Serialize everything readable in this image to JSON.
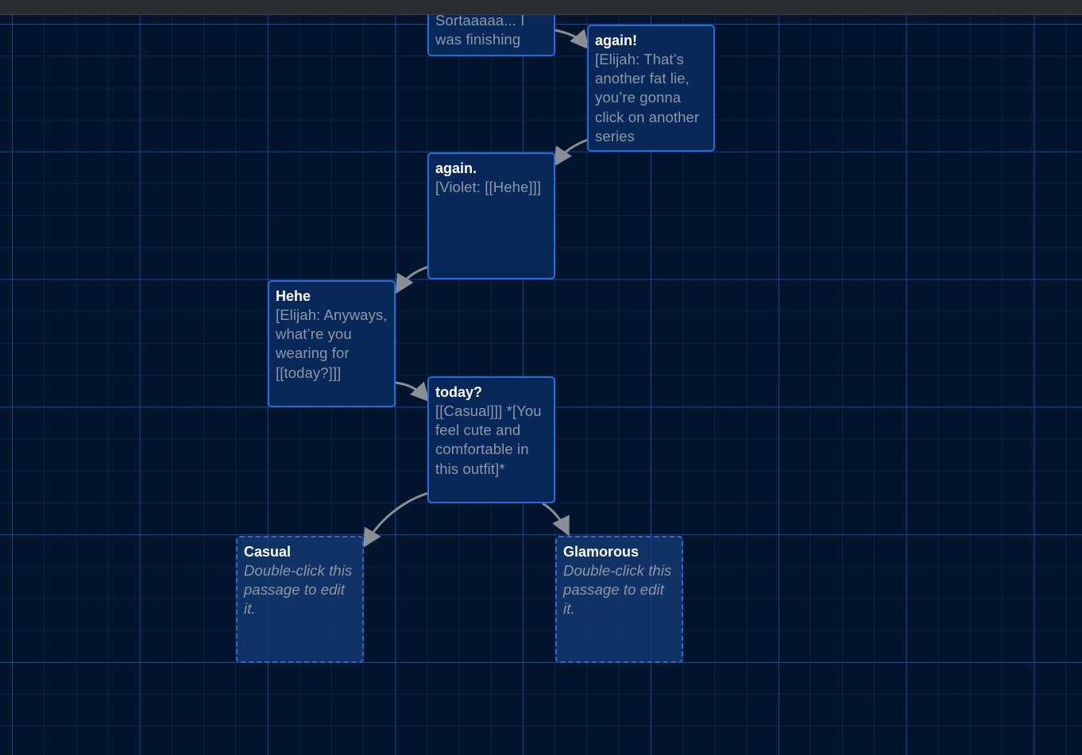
{
  "passages": {
    "sortaaaaa": {
      "title": "",
      "excerpt": "Sortaaaaa... I was finishing"
    },
    "again_exclaim": {
      "title": "again!",
      "excerpt": "[Elijah: That’s another fat lie, you’re gonna click on another series"
    },
    "again_period": {
      "title": "again.",
      "excerpt": "[Violet: [[Hehe]]]"
    },
    "hehe": {
      "title": "Hehe",
      "excerpt": "[Elijah: Anyways, what’re you wearing for [[today?]]]"
    },
    "today": {
      "title": "today?",
      "excerpt": "[[Casual]]] *[You feel cute and comfortable in this outfit]*"
    },
    "casual": {
      "title": "Casual",
      "excerpt": "Double-click this passage to edit it."
    },
    "glamorous": {
      "title": "Glamorous",
      "excerpt": "Double-click this passage to edit it."
    }
  },
  "colors": {
    "background": "#03142d",
    "passage_fill": "#08285a",
    "passage_border": "#2a6bd6",
    "link_arrow": "#8a8f96",
    "title_text": "#ffffff",
    "excerpt_text": "#8d97a6"
  }
}
